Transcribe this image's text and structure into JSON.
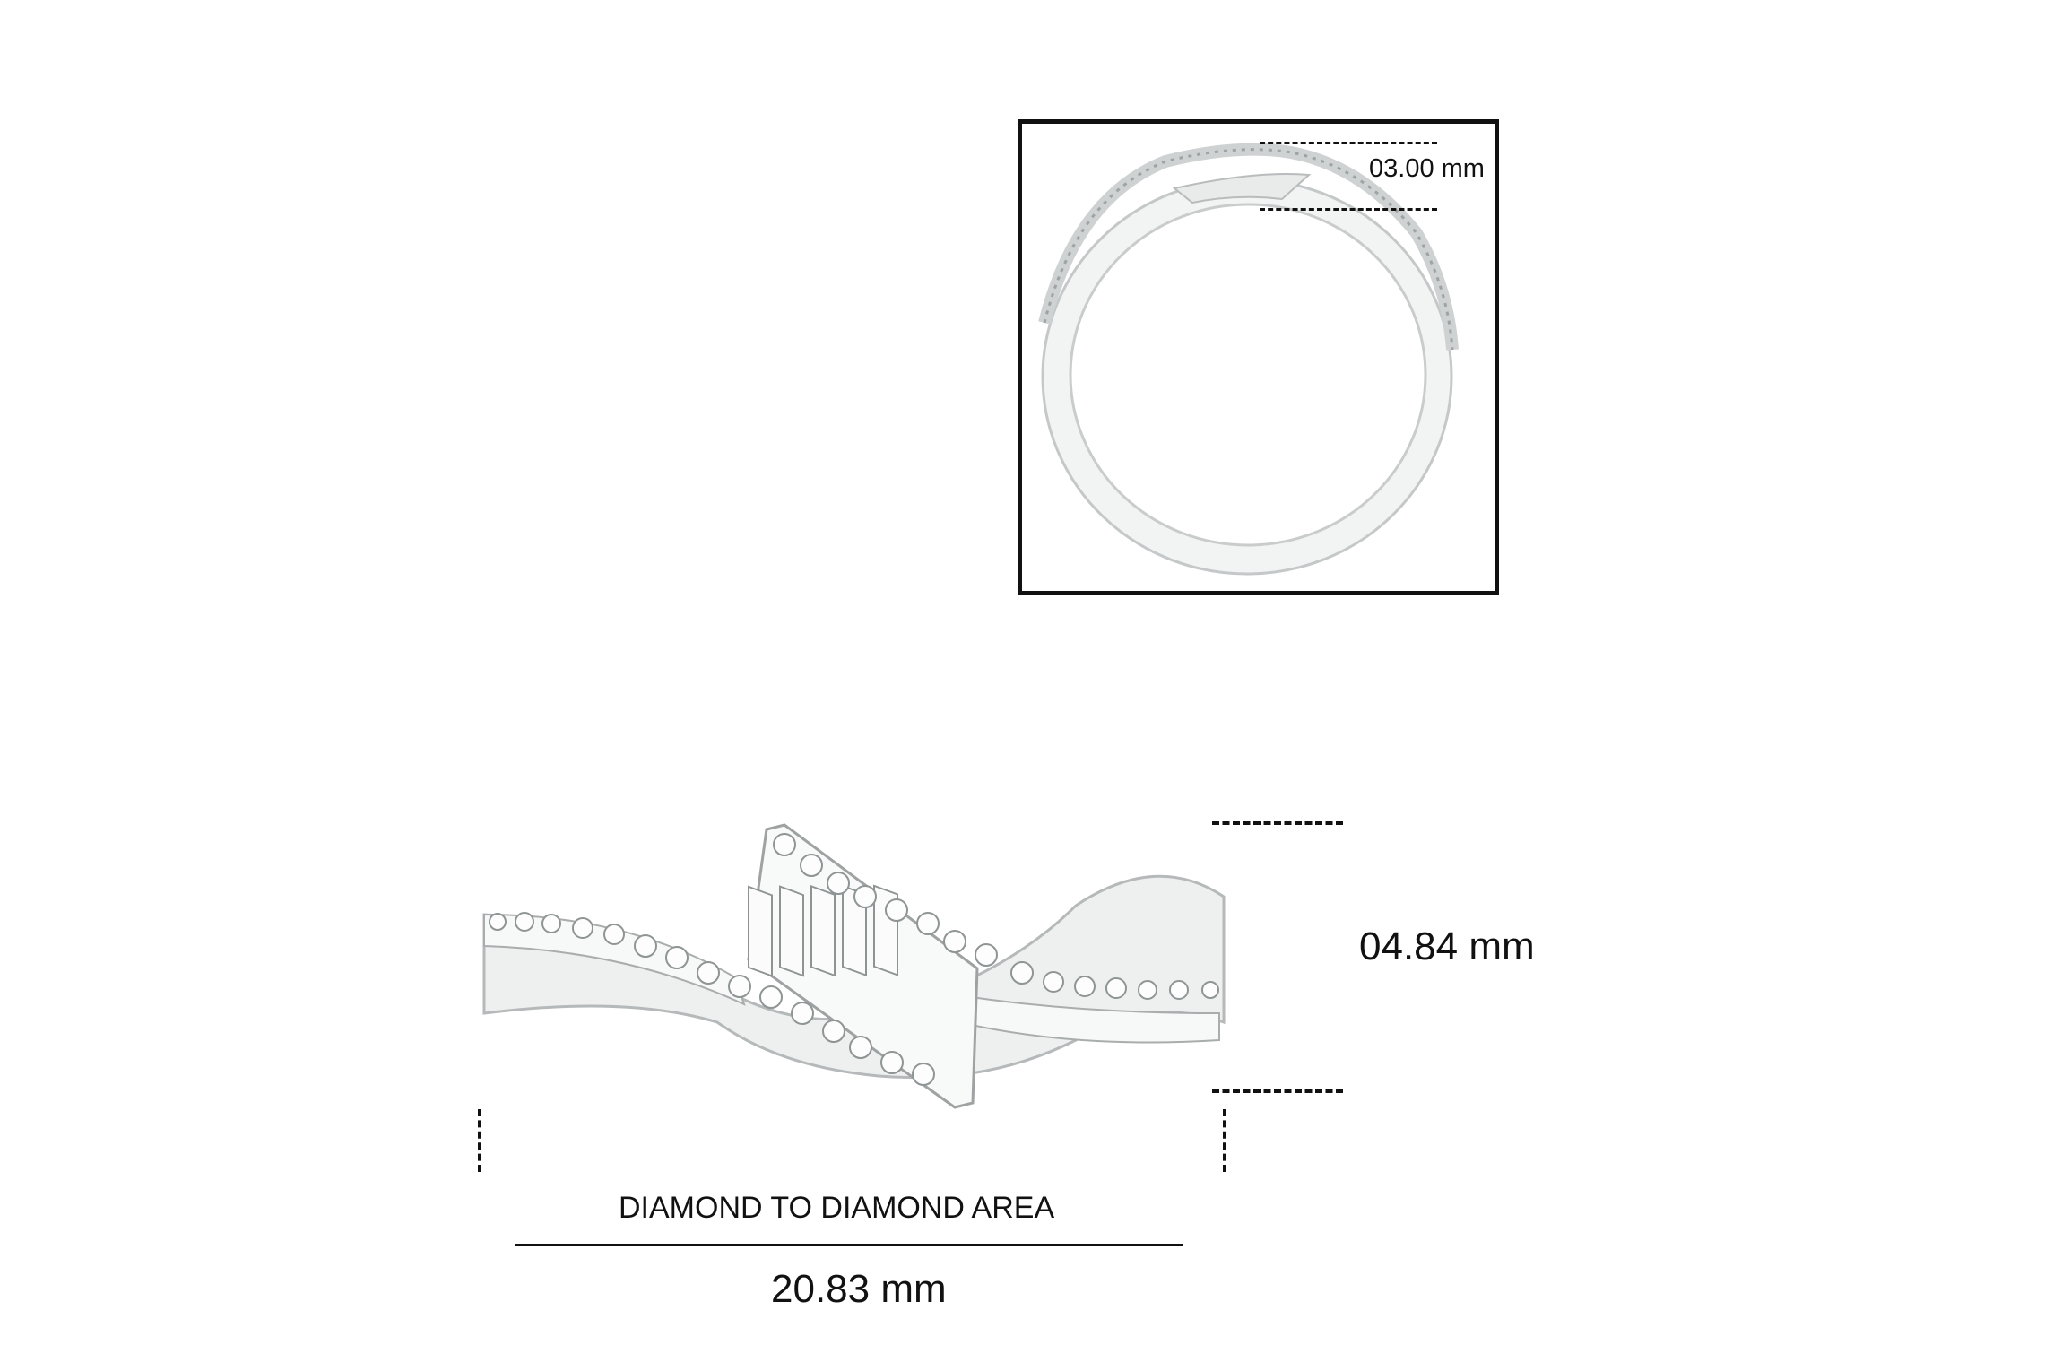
{
  "side_view": {
    "head_height_label": "03.00 mm"
  },
  "top_view": {
    "height_label": "04.84 mm",
    "area_title": "DIAMOND TO DIAMOND AREA",
    "width_label": "20.83 mm"
  },
  "colors": {
    "metal": "#e6e8e8",
    "metal_edge": "#b9bdbd",
    "line": "#111111"
  }
}
